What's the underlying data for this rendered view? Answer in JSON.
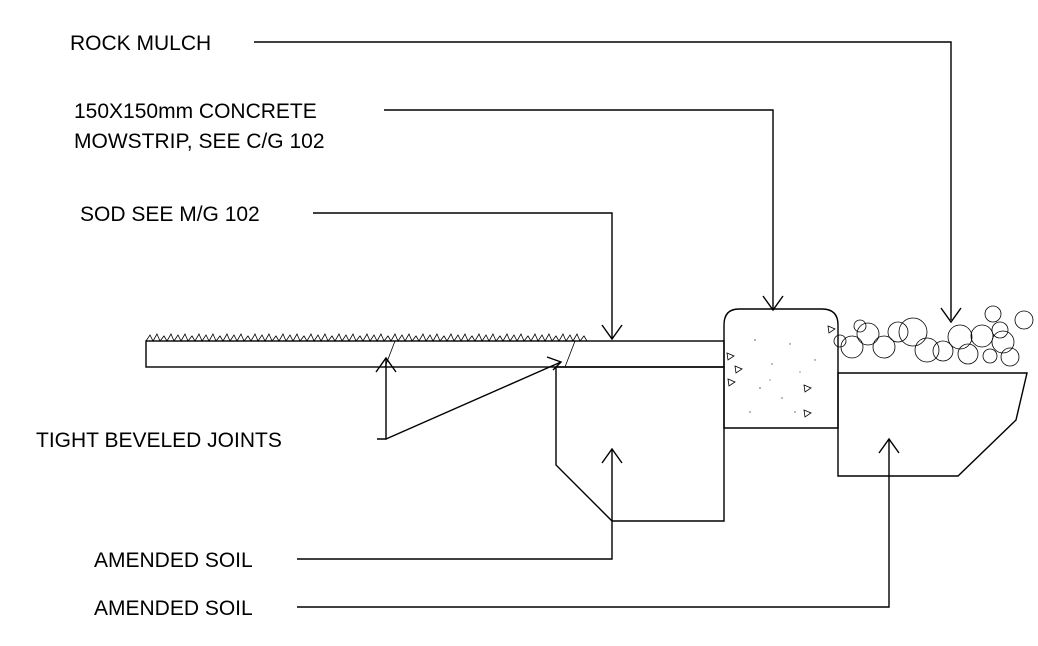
{
  "labels": {
    "rock_mulch": "ROCK MULCH",
    "mowstrip_line1": "150X150mm CONCRETE",
    "mowstrip_line2": "MOWSTRIP, SEE C/G 102",
    "sod": "SOD SEE M/G 102",
    "joints": "TIGHT BEVELED JOINTS",
    "amended_soil_1": "AMENDED SOIL",
    "amended_soil_2": "AMENDED SOIL"
  }
}
